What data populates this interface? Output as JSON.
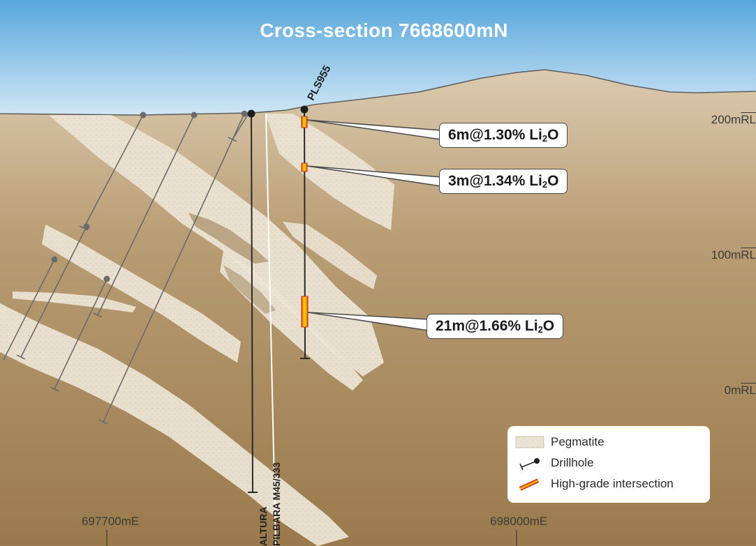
{
  "title": "Cross-section 7668600mN",
  "drillhole_label": "PLS955",
  "lease_labels": {
    "altura": "ALTURA",
    "pilbara": "PILBARA M45/333"
  },
  "intersections": [
    {
      "prefix": "6m@1.30% Li",
      "sub": "2",
      "suffix": "O"
    },
    {
      "prefix": "3m@1.34% Li",
      "sub": "2",
      "suffix": "O"
    },
    {
      "prefix": "21m@1.66% Li",
      "sub": "2",
      "suffix": "O"
    }
  ],
  "rl_labels": [
    {
      "num": "200m",
      "unit": "RL"
    },
    {
      "num": "100m",
      "unit": "RL"
    },
    {
      "num": "0m",
      "unit": "RL"
    }
  ],
  "easting_labels": [
    "697700mE",
    "698000mE"
  ],
  "legend": {
    "pegmatite": "Pegmatite",
    "drillhole": "Drillhole",
    "high_grade": "High-grade intersection"
  },
  "colors": {
    "sky_top": "#56a6dc",
    "sky_bottom": "#eaf4fb",
    "ground_top": "#dccbb0",
    "ground_bottom": "#9a7a4c",
    "pegmatite": "#ebe3d3",
    "high_grade_fill": "#f2c200",
    "high_grade_edge": "#d62b1e"
  }
}
